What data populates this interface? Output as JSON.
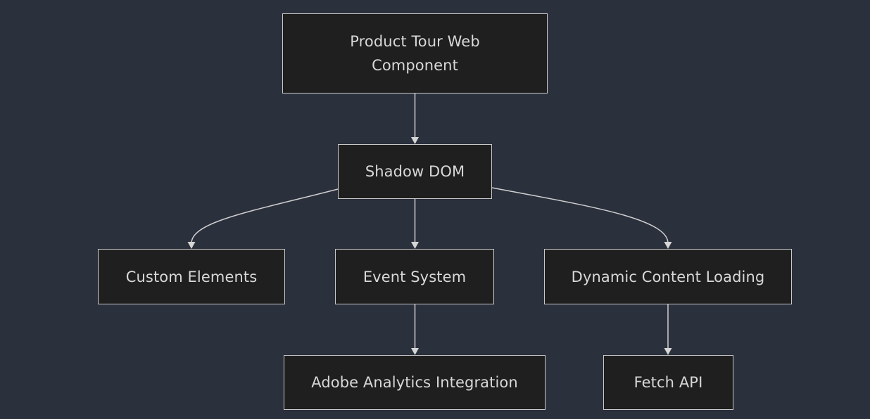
{
  "diagram": {
    "nodes": {
      "root": "Product Tour Web Component",
      "shadow_dom": "Shadow DOM",
      "custom_elements": "Custom Elements",
      "event_system": "Event System",
      "dynamic_content": "Dynamic Content Loading",
      "adobe_analytics": "Adobe Analytics Integration",
      "fetch_api": "Fetch API"
    },
    "edges": [
      {
        "from": "Product Tour Web Component",
        "to": "Shadow DOM"
      },
      {
        "from": "Shadow DOM",
        "to": "Custom Elements"
      },
      {
        "from": "Shadow DOM",
        "to": "Event System"
      },
      {
        "from": "Shadow DOM",
        "to": "Dynamic Content Loading"
      },
      {
        "from": "Event System",
        "to": "Adobe Analytics Integration"
      },
      {
        "from": "Dynamic Content Loading",
        "to": "Fetch API"
      }
    ],
    "colors": {
      "background": "#2b303d",
      "node_fill": "#1f1f1f",
      "node_border": "#c9c9c9",
      "text": "#d8d8d8",
      "edge": "#cfcfcf"
    }
  }
}
